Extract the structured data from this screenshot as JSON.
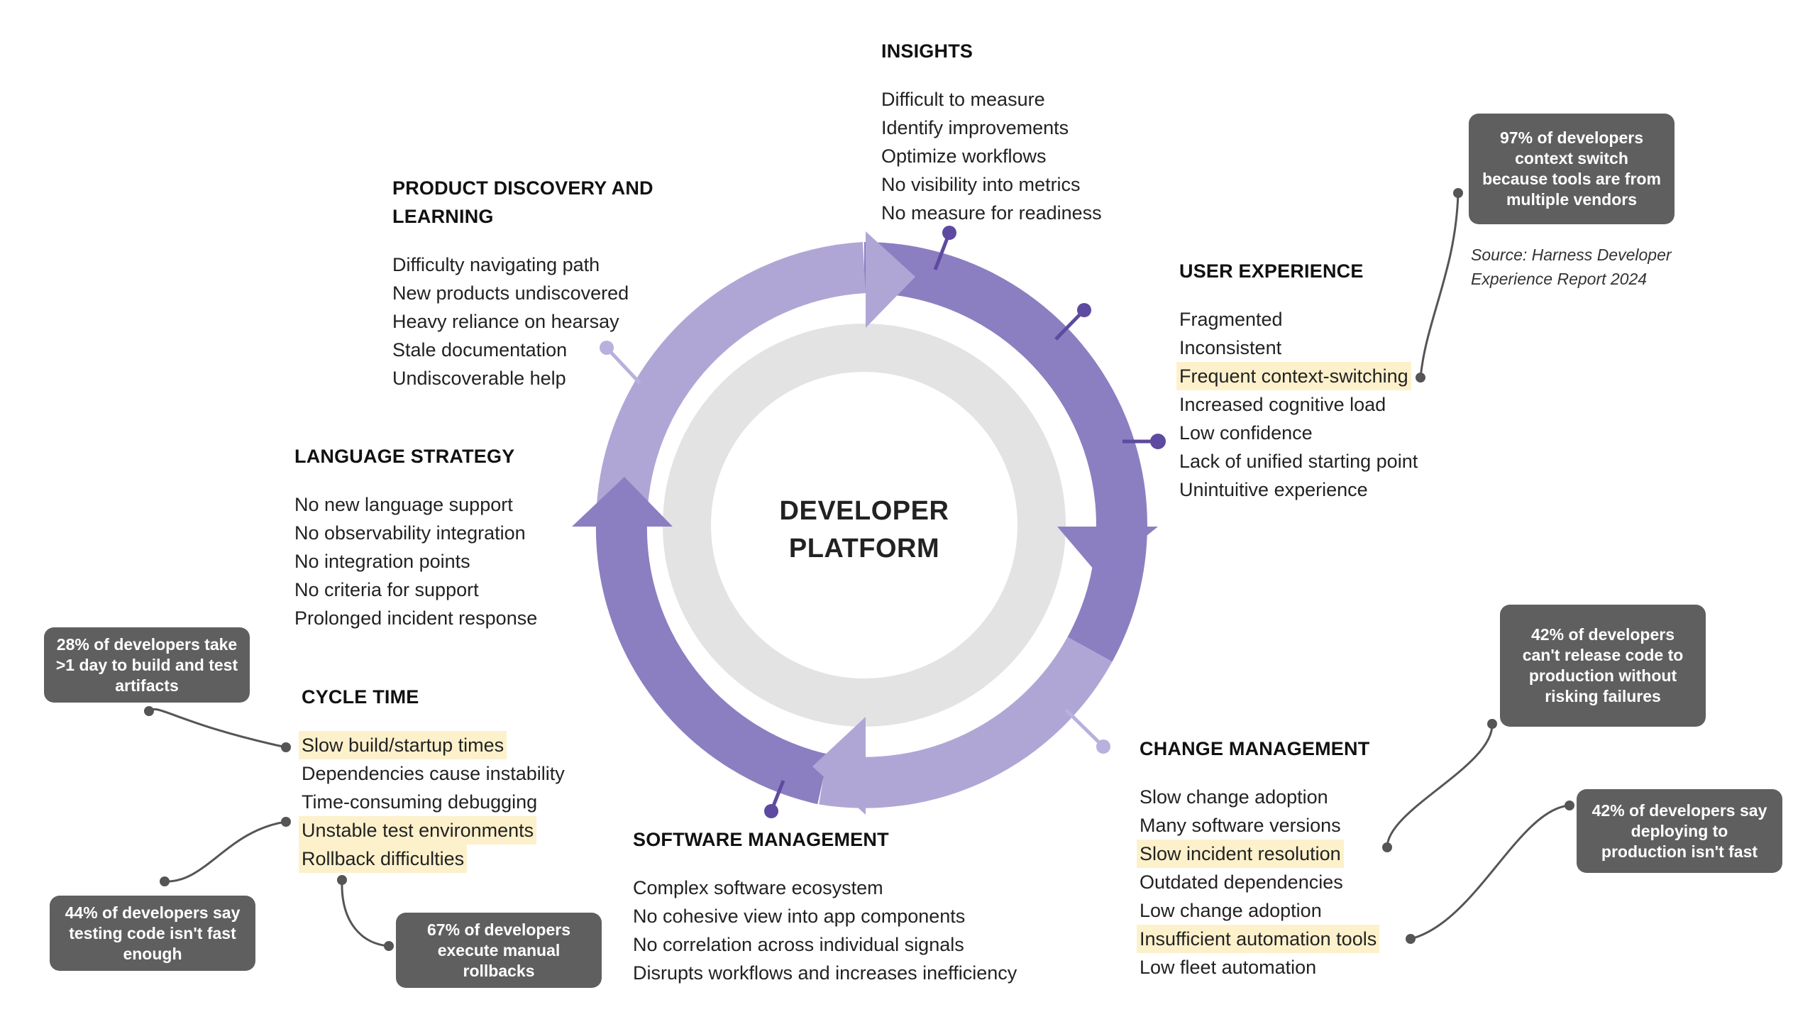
{
  "center": {
    "line1": "DEVELOPER",
    "line2": "PLATFORM"
  },
  "colors": {
    "ring_light": "#b0a6d6",
    "ring_dark": "#8b7fc2",
    "inner_ring": "#e3e3e3",
    "dot": "#5e4aa0",
    "dot_light": "#b9b0dd",
    "callout_bg": "#5f5f5f",
    "highlight": "#fdf1cc"
  },
  "sections": {
    "insights": {
      "title": "INSIGHTS",
      "items": [
        "Difficult to measure",
        "Identify improvements",
        "Optimize workflows",
        "No visibility into metrics",
        "No measure for readiness"
      ]
    },
    "product_discovery": {
      "title_line1": "PRODUCT DISCOVERY AND",
      "title_line2": "LEARNING",
      "items": [
        "Difficulty navigating path",
        "New products undiscovered",
        "Heavy reliance on hearsay",
        "Stale documentation",
        "Undiscoverable help"
      ]
    },
    "user_experience": {
      "title": "USER EXPERIENCE",
      "items": [
        "Fragmented",
        "Inconsistent",
        "Frequent context-switching",
        "Increased cognitive load",
        "Low confidence",
        "Lack of unified starting point",
        "Unintuitive experience"
      ]
    },
    "language_strategy": {
      "title": "LANGUAGE STRATEGY",
      "items": [
        "No new language support",
        "No observability integration",
        "No integration points",
        "No criteria for support",
        "Prolonged incident response"
      ]
    },
    "cycle_time": {
      "title": "CYCLE TIME",
      "items": [
        "Slow build/startup times",
        "Dependencies cause instability",
        "Time-consuming debugging",
        "Unstable test environments",
        "Rollback difficulties"
      ]
    },
    "software_management": {
      "title": "SOFTWARE MANAGEMENT",
      "items": [
        "Complex software ecosystem",
        "No cohesive view into app components",
        "No correlation across individual signals",
        "Disrupts workflows and increases inefficiency"
      ]
    },
    "change_management": {
      "title": "CHANGE MANAGEMENT",
      "items": [
        "Slow change adoption",
        "Many software versions",
        "Slow incident resolution",
        "Outdated dependencies",
        "Low change adoption",
        "Insufficient automation tools",
        "Low fleet automation"
      ]
    }
  },
  "callouts": {
    "context_switch": "97% of developers context switch because tools are from multiple vendors",
    "build_test": "28% of developers take >1 day to build and test artifacts",
    "testing_code": "44% of developers say testing code isn't fast enough",
    "manual_rollbacks": "67% of developers execute manual rollbacks",
    "release_code": "42% of developers can't release code to production without risking failures",
    "deploying": "42% of developers say deploying to production isn't fast"
  },
  "source": {
    "line1": "Source: Harness Developer",
    "line2": "Experience Report 2024"
  }
}
